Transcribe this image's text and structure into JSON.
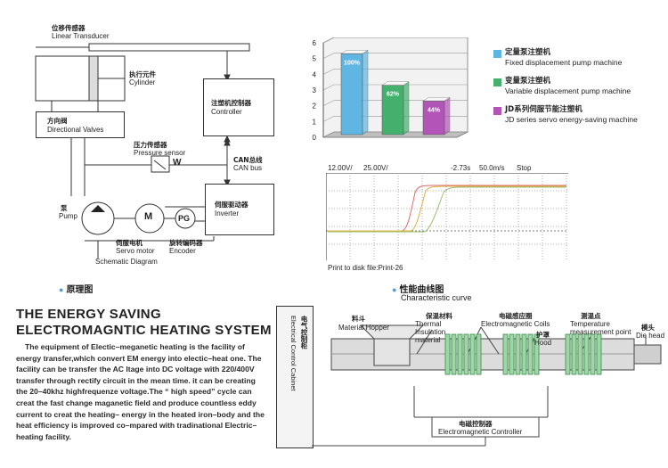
{
  "schematic": {
    "linear_transducer_cn": "位移传感器",
    "linear_transducer_en": "Linear Transducer",
    "cylinder_cn": "执行元件",
    "cylinder_en": "Cylinder",
    "valves_cn": "方向阀",
    "valves_en": "Directional Valves",
    "pressure_cn": "压力传感器",
    "pressure_en": "Pressure sensor",
    "w_label": "W",
    "controller_cn": "注塑机控制器",
    "controller_en": "Controller",
    "canbus_cn": "CAN总线",
    "canbus_en": "CAN bus",
    "inverter_cn": "伺服驱动器",
    "inverter_en": "Inverter",
    "pump_cn": "泵",
    "pump_en": "Pump",
    "motor_label": "M",
    "pg_label": "PG",
    "servo_cn": "伺服电机",
    "servo_en": "Servo motor",
    "encoder_cn": "旋转编码器",
    "encoder_en": "Encoder",
    "schematic_en": "Schematic Diagram",
    "section_cn": "原理图"
  },
  "chart_data": {
    "type": "bar",
    "categories": [
      "Fixed displacement pump machine",
      "Variable displacement pump machine",
      "JD series servo energy-saving machine"
    ],
    "values": [
      100,
      62,
      44
    ],
    "data_labels": [
      "100%",
      "62%",
      "44%"
    ],
    "ylim": [
      0,
      6
    ],
    "yticks": [
      "0",
      "1",
      "2",
      "3",
      "4",
      "5",
      "6"
    ],
    "bar_heights": [
      5.3,
      3.3,
      2.3
    ],
    "grid": true,
    "legend_placement": "right",
    "series": [
      {
        "name_cn": "定量泵注塑机",
        "name": "Fixed displacement pump machine",
        "color": "#5fb6e3"
      },
      {
        "name_cn": "变量泵注塑机",
        "name": "Variable displacement pump machine",
        "color": "#43b06e"
      },
      {
        "name_cn": "JD系列伺服节能注塑机",
        "name": "JD series servo energy-saving machine",
        "color": "#b354b8"
      }
    ]
  },
  "scope": {
    "ch1": "12.00V/",
    "ch2": "25.00V/",
    "time": "-2.73s",
    "div": "50.0m/s",
    "mode": "Stop",
    "footer": "Print to disk file:Print-26",
    "section_cn": "性能曲线图",
    "section_en": "Characteristic curve"
  },
  "ess": {
    "title_line1": "THE ENERGY SAVING",
    "title_line2": "ELECTROMAGNTIC HEATING SYSTEM",
    "body": "The equipment of Electic–meganetic heating is the facility of energy transfer,which convert EM energy into electic–heat one. The facility can be transfer the AC Itage into DC voltage with 220/400V transfer through rectify circuit in the mean time. it can be creating the 20–40khz highfrequenze voltage.The “ high speed” cycle can creat the fast change maganetic field and produce countless eddy current to creat the heating– energy in the heated iron–body and the heat efficiency is improved co–mpared with tradinational Electric–heating facility."
  },
  "heating": {
    "cabinet_cn": "电气控制柜",
    "cabinet_en": "Electrical Control Cabinet",
    "hopper_cn": "料斗",
    "hopper_en": "Material Hopper",
    "insulation_cn": "保温材料",
    "insulation_en": "Thermal Insulation material",
    "coils_cn": "电磁感应圈",
    "coils_en": "Electromagnetic Coils",
    "hood_cn": "护罩",
    "hood_en": "Hood",
    "temp_cn": "测温点",
    "temp_en": "Temperature measurement point",
    "die_cn": "模头",
    "die_en": "Die head",
    "emc_cn": "电磁控制器",
    "emc_en": "Electromagnetic Controller"
  }
}
